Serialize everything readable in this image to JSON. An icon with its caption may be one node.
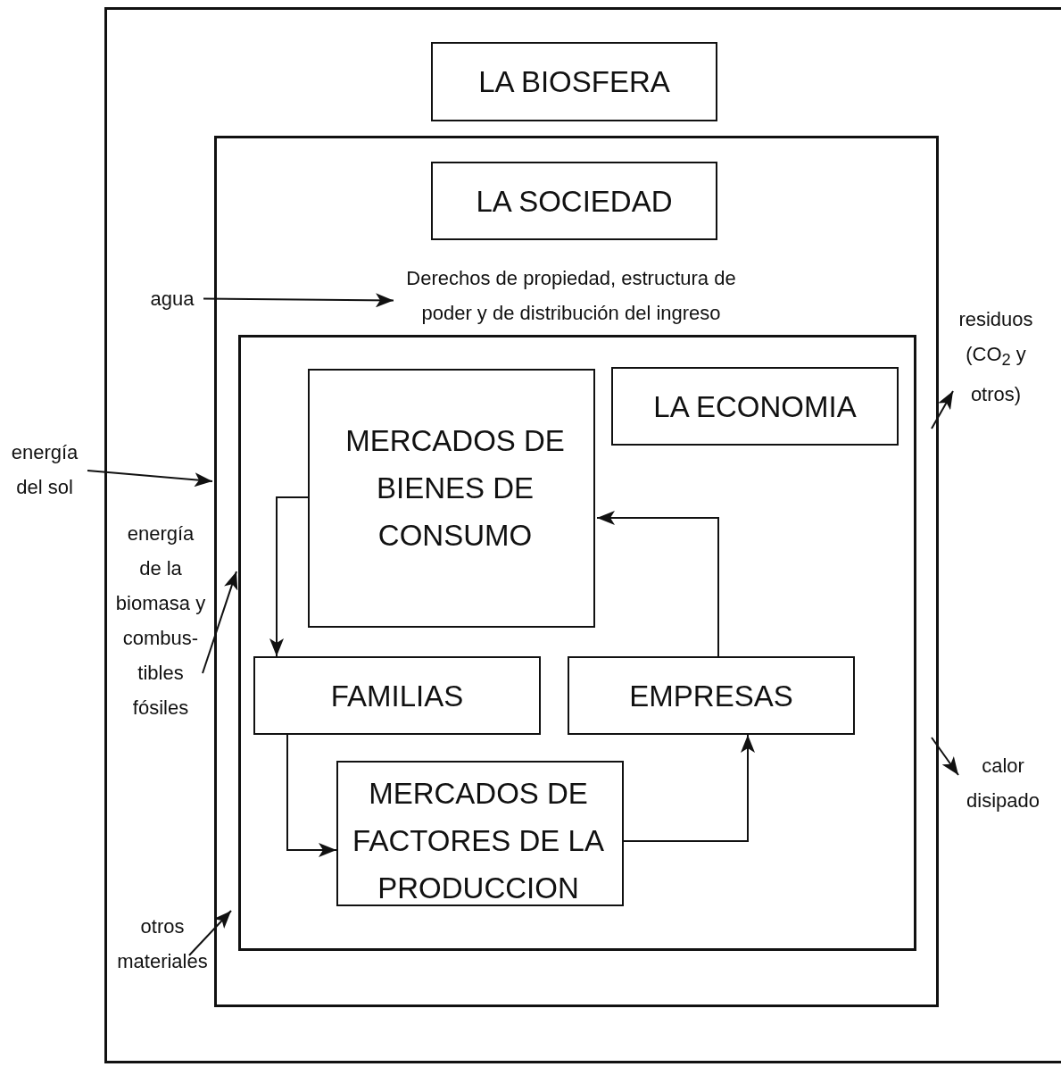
{
  "diagram": {
    "nodes": [
      {
        "text": [],
        "shape": "box"
      },
      {
        "text": [
          "LA BIOSFERA"
        ],
        "in": 0
      },
      {
        "text": [],
        "shape": "box",
        "in": 0
      },
      {
        "text": [
          "LA SOCIEDAD"
        ],
        "in": 2
      },
      {
        "text": [
          "agua"
        ],
        "in": 0
      },
      {
        "text": [
          "Derechos de propiedad, estructura de poder y de distribución del ingreso"
        ],
        "in": 2
      },
      {
        "text": [],
        "shape": "box",
        "in": 2
      },
      {
        "text": [
          "MERCADOS DE BIENES DE CONSUMO"
        ],
        "in": 6
      },
      {
        "text": [
          "LA ECONOMIA"
        ],
        "in": 6
      },
      {
        "text": [
          "energía del sol"
        ]
      },
      {
        "text": [
          "energía de la biomasa y combus- tibles fósiles"
        ],
        "in": 0
      },
      {
        "text": [
          "FAMILIAS"
        ],
        "in": 6
      },
      {
        "text": [
          "EMPRESAS"
        ],
        "in": 6
      },
      {
        "text": [
          "MERCADOS DE FACTORES DE LA PRODUCCION"
        ],
        "in": 6
      },
      {
        "text": [
          "otros materiales"
        ],
        "in": 0
      },
      {
        "text": [
          "residuos (CO$_{2}$ y otros)"
        ],
        "in": 0
      },
      {
        "text": [
          "calor disipado"
        ],
        "in": 0
      }
    ],
    "edges": [
      {
        "from": 4,
        "to": 5,
        "arrow": "to"
      },
      {
        "from": 9,
        "to": 2,
        "arrow": "to"
      },
      {
        "from": 10,
        "to": 6,
        "arrow": "to"
      },
      {
        "from": 14,
        "to": 6,
        "arrow": "to"
      },
      {
        "from": 2,
        "to": 15,
        "arrow": "to"
      },
      {
        "from": 2,
        "to": 16,
        "arrow": "to"
      },
      {
        "from": 7,
        "to": 11,
        "arrow": "to"
      },
      {
        "from": 11,
        "to": 13,
        "arrow": "to"
      },
      {
        "from": 13,
        "to": 12,
        "arrow": "to"
      },
      {
        "from": 12,
        "to": 7,
        "arrow": "to"
      }
    ]
  }
}
